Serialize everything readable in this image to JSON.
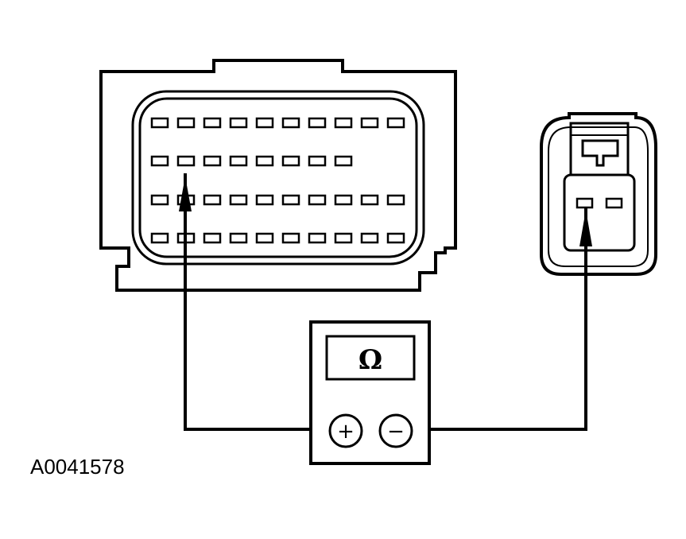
{
  "meter": {
    "display_symbol": "Ω",
    "positive_terminal_symbol": "+",
    "negative_terminal_symbol": "−"
  },
  "connector_large": {
    "pin_rows": [
      10,
      8,
      10,
      10
    ]
  },
  "connector_small": {
    "pin_count": 2
  },
  "figure": {
    "reference_number": "A0041578"
  },
  "colors": {
    "line": "#000000",
    "background": "#ffffff"
  }
}
